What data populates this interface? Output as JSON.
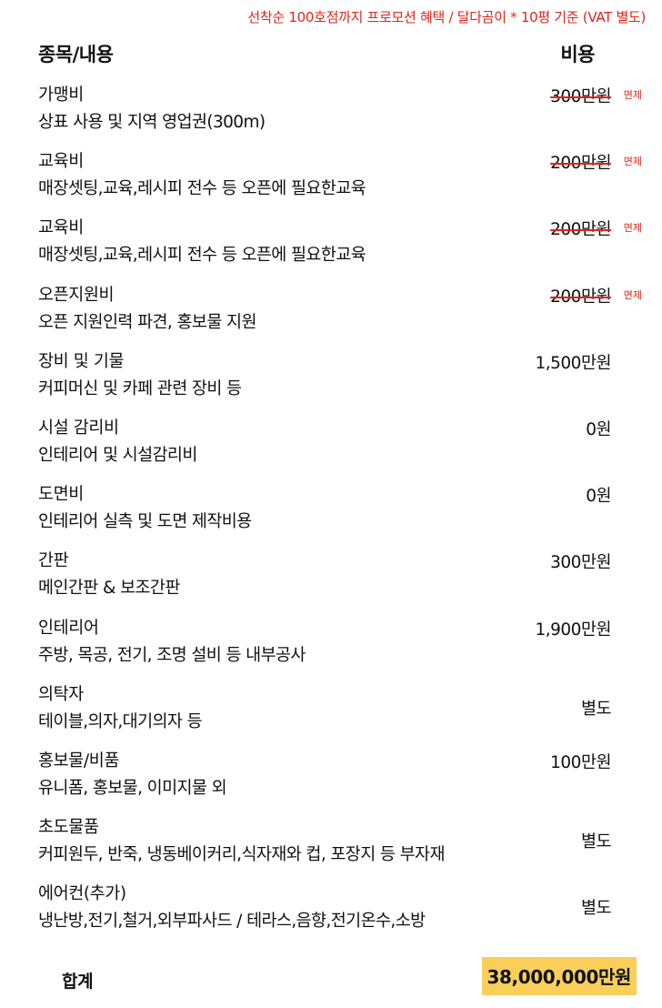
{
  "notice": "선착순 100호점까지 프로모션 혜택 / 달다곰이 * 10평 기준 (VAT 별도)",
  "header": {
    "item_label": "종목/내용",
    "cost_label": "비용"
  },
  "rows": [
    {
      "title": "가맹비",
      "desc": "상표 사용 및 지역 영업권(300m)",
      "price": "300만원",
      "badge": "면제"
    },
    {
      "title": "교육비",
      "desc": "매장셋팅,교육,레시피 전수 등 오픈에 필요한교육",
      "price": "200만원",
      "badge": "면제"
    },
    {
      "title": "교육비",
      "desc": "매장셋팅,교육,레시피 전수 등 오픈에 필요한교육",
      "price": "200만원",
      "badge": "면제"
    },
    {
      "title": "오픈지원비",
      "desc": "오픈 지원인력 파견, 홍보물 지원",
      "price": "200만원",
      "badge": "면제"
    },
    {
      "title": "장비 및 기물",
      "desc": "커피머신 및 카페 관련 장비 등",
      "price": "1,500만원"
    },
    {
      "title": "시설 감리비",
      "desc": "인테리어 및 시설감리비",
      "price": "0원"
    },
    {
      "title": "도면비",
      "desc": "인테리어 실측 및 도면 제작비용",
      "price": "0원"
    },
    {
      "title": "간판",
      "desc": "메인간판 & 보조간판",
      "price": "300만원"
    },
    {
      "title": "인테리어",
      "desc": "주방, 목공, 전기, 조명 설비 등 내부공사",
      "price": "1,900만원"
    },
    {
      "title": "의탁자",
      "desc": "테이블,의자,대기의자 등",
      "price": "별도"
    },
    {
      "title": "홍보물/비품",
      "desc": "유니폼, 홍보물, 이미지물 외",
      "price": "100만원"
    },
    {
      "title": "초도물품",
      "desc": "커피원두, 반죽, 냉동베이커리,식자재와 컵, 포장지 등 부자재",
      "price": "별도"
    },
    {
      "title": "에어컨(추가)",
      "desc": "냉난방,전기,철거,외부파사드 / 테라스,음향,전기온수,소방",
      "price": "별도"
    }
  ],
  "total": {
    "label": "합계",
    "value": "38,000,000만원"
  },
  "colors": {
    "accent_red": "#e0241b",
    "highlight_yellow": "#f9cf5a",
    "text": "#111111"
  }
}
